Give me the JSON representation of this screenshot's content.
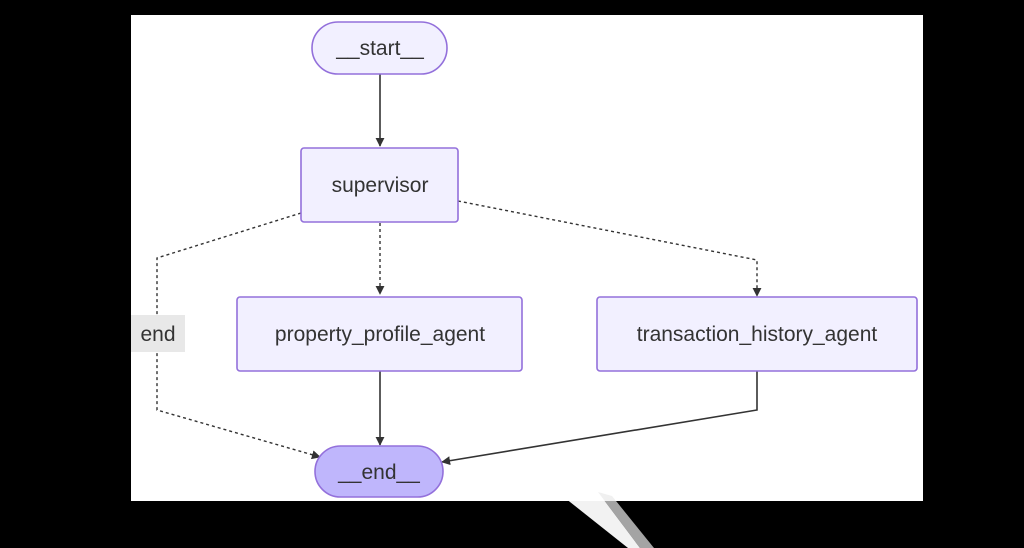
{
  "colors": {
    "frame": "#000000",
    "canvas": "#ffffff",
    "node_fill": "#f2f0ff",
    "node_stroke": "#9370db",
    "end_fill": "#bfb6fc",
    "edge": "#333333",
    "edge_label_bg": "#e8e8e8"
  },
  "nodes": {
    "start": {
      "label": "__start__"
    },
    "supervisor": {
      "label": "supervisor"
    },
    "property_profile_agent": {
      "label": "property_profile_agent"
    },
    "transaction_history_agent": {
      "label": "transaction_history_agent"
    },
    "end": {
      "label": "__end__"
    }
  },
  "edges": [
    {
      "from": "__start__",
      "to": "supervisor",
      "style": "solid"
    },
    {
      "from": "supervisor",
      "to": "property_profile_agent",
      "style": "dotted"
    },
    {
      "from": "supervisor",
      "to": "transaction_history_agent",
      "style": "dotted"
    },
    {
      "from": "supervisor",
      "to": "__end__",
      "style": "dotted",
      "label": "end"
    },
    {
      "from": "property_profile_agent",
      "to": "__end__",
      "style": "solid"
    },
    {
      "from": "transaction_history_agent",
      "to": "__end__",
      "style": "solid"
    }
  ]
}
